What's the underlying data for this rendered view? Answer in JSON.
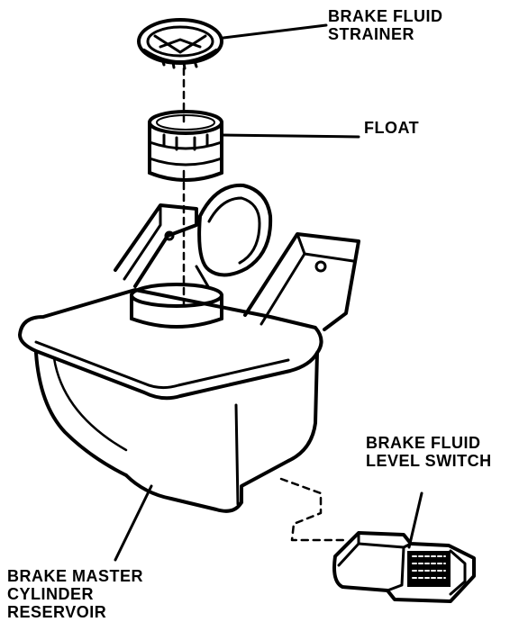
{
  "labels": {
    "strainer": [
      "BRAKE FLUID",
      "STRAINER"
    ],
    "float": [
      "FLOAT"
    ],
    "level_switch": [
      "BRAKE FLUID",
      "LEVEL SWITCH"
    ],
    "reservoir": [
      "BRAKE MASTER",
      "CYLINDER",
      "RESERVOIR"
    ]
  },
  "colors": {
    "ink": "#000000",
    "paper": "#ffffff"
  }
}
